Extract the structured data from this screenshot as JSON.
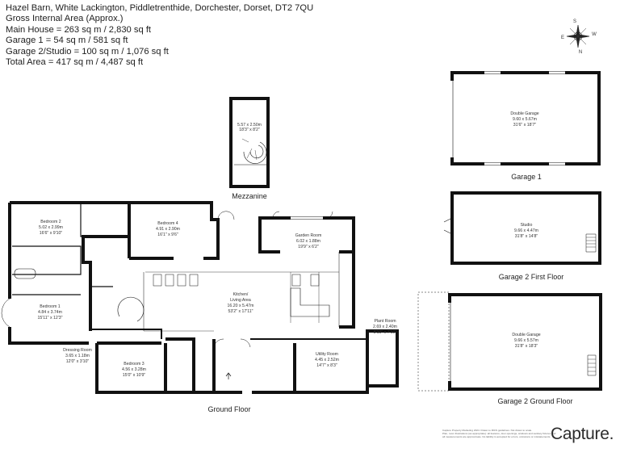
{
  "header": {
    "address": "Hazel Barn, White Lackington, Piddletrenthide, Dorchester, Dorset, DT2 7QU",
    "gia": "Gross Internal Area (Approx.)",
    "main_house": "Main House = 263 sq m / 2,830 sq ft",
    "garage1": "Garage 1 = 54 sq m / 581 sq ft",
    "garage2": "Garage 2/Studio = 100 sq m / 1,076 sq ft",
    "total": "Total Area = 417 sq m / 4,487 sq ft"
  },
  "compass": {
    "n": "N",
    "s": "S",
    "e": "E",
    "w": "W"
  },
  "rooms": {
    "mezz": {
      "dims": "5.57 x 2.50m",
      "imp": "18'3\" x 8'2\""
    },
    "bedroom2": {
      "name": "Bedroom 2",
      "dims": "5.02 x 2.99m",
      "imp": "16'6\" x 9'10\""
    },
    "bedroom4": {
      "name": "Bedroom 4",
      "dims": "4.91 x 2.90m",
      "imp": "16'1\" x 9'6\""
    },
    "garden": {
      "name": "Garden Room",
      "dims": "6.02 x 1.88m",
      "imp": "19'9\" x 6'2\""
    },
    "kitchen": {
      "name": "Kitchen/",
      "name2": "Living Area",
      "dims": "16.20 x 5.47m",
      "imp": "53'2\" x 17'11\""
    },
    "bedroom1": {
      "name": "Bedroom 1",
      "dims": "4.84 x 3.74m",
      "imp": "15'11\" x 12'3\""
    },
    "dressing": {
      "name": "Dressing Room",
      "dims": "3.65 x 1.18m",
      "imp": "12'0\" x 3'10\""
    },
    "bedroom3": {
      "name": "Bedroom 3",
      "dims": "4.56 x 3.28m",
      "imp": "15'0\" x 10'9\""
    },
    "utility": {
      "name": "Utility Room",
      "dims": "4.45 x 2.52m",
      "imp": "14'7\" x 8'3\""
    },
    "plant": {
      "name": "Plant Room",
      "dims": "2.69 x 2.40m",
      "imp": "8'10\" x 7'10\""
    },
    "dgarage1": {
      "name": "Double Garage",
      "dims": "9.60 x 5.67m",
      "imp": "31'6\" x 18'7\""
    },
    "studio": {
      "name": "Studio",
      "dims": "9.66 x 4.47m",
      "imp": "31'8\" x 14'8\""
    },
    "dgarage2": {
      "name": "Double Garage",
      "dims": "9.66 x 5.57m",
      "imp": "31'8\" x 18'3\""
    }
  },
  "captions": {
    "mezzanine": "Mezzanine",
    "ground": "Ground Floor",
    "garage1": "Garage 1",
    "garage2_first": "Garage 2 First Floor",
    "garage2_ground": "Garage 2 Ground Floor"
  },
  "footer": {
    "line1": "Capture Property Marketing 2024. Drawn to RICS guidelines. Not drawn to scale.",
    "line2": "Plan, room illustrations (as appropriate): all features, door openings, windows and sanitary fixtures and",
    "line3": "all measurements are approximate. No liability is accepted for errors, omissions or misstatements."
  },
  "logo": {
    "text": "Capture",
    "dot": "."
  }
}
